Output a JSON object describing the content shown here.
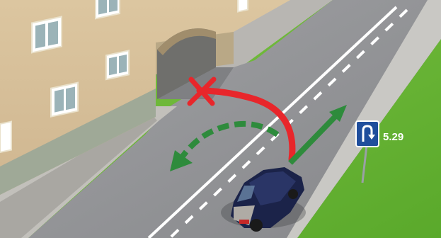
{
  "sign": {
    "number": "5.29",
    "icon": "u-turn-arrow-icon",
    "plate_color": "#1f4e9c",
    "border_color": "#ffffff",
    "arrow_color": "#ffffff"
  },
  "colors": {
    "forbidden": "#e8262b",
    "allowed": "#2e8b3c",
    "road": "#8e8f92",
    "grass": "#67b534",
    "building": "#d8c19b",
    "sidewalk": "#b8b6b2",
    "car": "#1b2349"
  },
  "maneuvers": {
    "turn_left_into_arch": "forbidden",
    "go_straight": "allowed",
    "u_turn": "allowed"
  }
}
